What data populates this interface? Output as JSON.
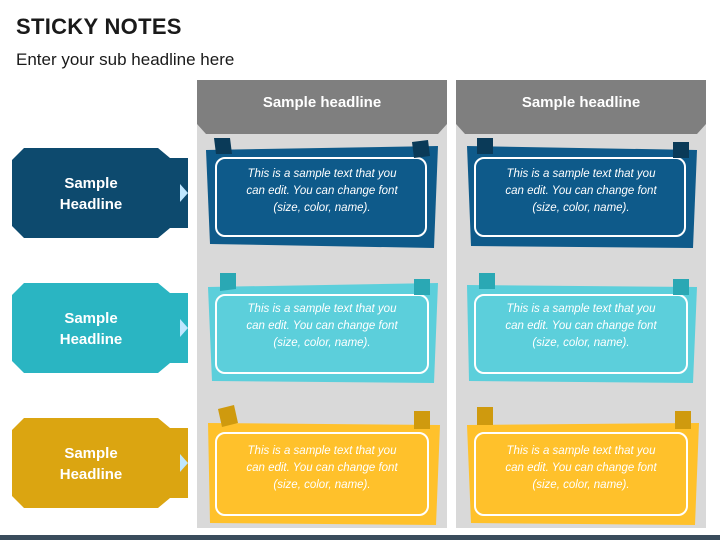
{
  "slide": {
    "title": "STICKY NOTES",
    "subtitle": "Enter your sub headline here"
  },
  "columns": [
    {
      "headline": "Sample headline"
    },
    {
      "headline": "Sample headline"
    }
  ],
  "rows": [
    {
      "label_line1": "Sample",
      "label_line2": "Headline",
      "color": "#0d4a6e",
      "tab_color": "#0a3a58"
    },
    {
      "label_line1": "Sample",
      "label_line2": "Headline",
      "color": "#2ab5c2",
      "tab_color": "#2aa8b4"
    },
    {
      "label_line1": "Sample",
      "label_line2": "Headline",
      "color": "#dba511",
      "tab_color": "#cf9a0e"
    }
  ],
  "notes": [
    {
      "text_line1": "This is a sample text that you",
      "text_line2": "can edit. You can change font",
      "text_line3": "(size, color, name)."
    },
    {
      "text_line1": "This is a sample text that you",
      "text_line2": "can edit. You can change font",
      "text_line3": "(size, color, name)."
    },
    {
      "text_line1": "This is a sample text that you",
      "text_line2": "can edit. You can change font",
      "text_line3": "(size, color, name)."
    },
    {
      "text_line1": "This is a sample text that you",
      "text_line2": "can edit. You can change font",
      "text_line3": "(size, color, name)."
    },
    {
      "text_line1": "This is a sample text that you",
      "text_line2": "can edit. You can change font",
      "text_line3": "(size, color, name)."
    },
    {
      "text_line1": "This is a sample text that you",
      "text_line2": "can edit. You can change font",
      "text_line3": "(size, color, name)."
    }
  ],
  "colors": {
    "header_gray": "#7f7f7f",
    "column_bg": "#d9d9d9",
    "note_dark_blue": "#0e5a8a",
    "note_cyan": "#5ccfdb",
    "note_yellow": "#ffc12b",
    "arrow_tip": "#bfe7ff"
  }
}
